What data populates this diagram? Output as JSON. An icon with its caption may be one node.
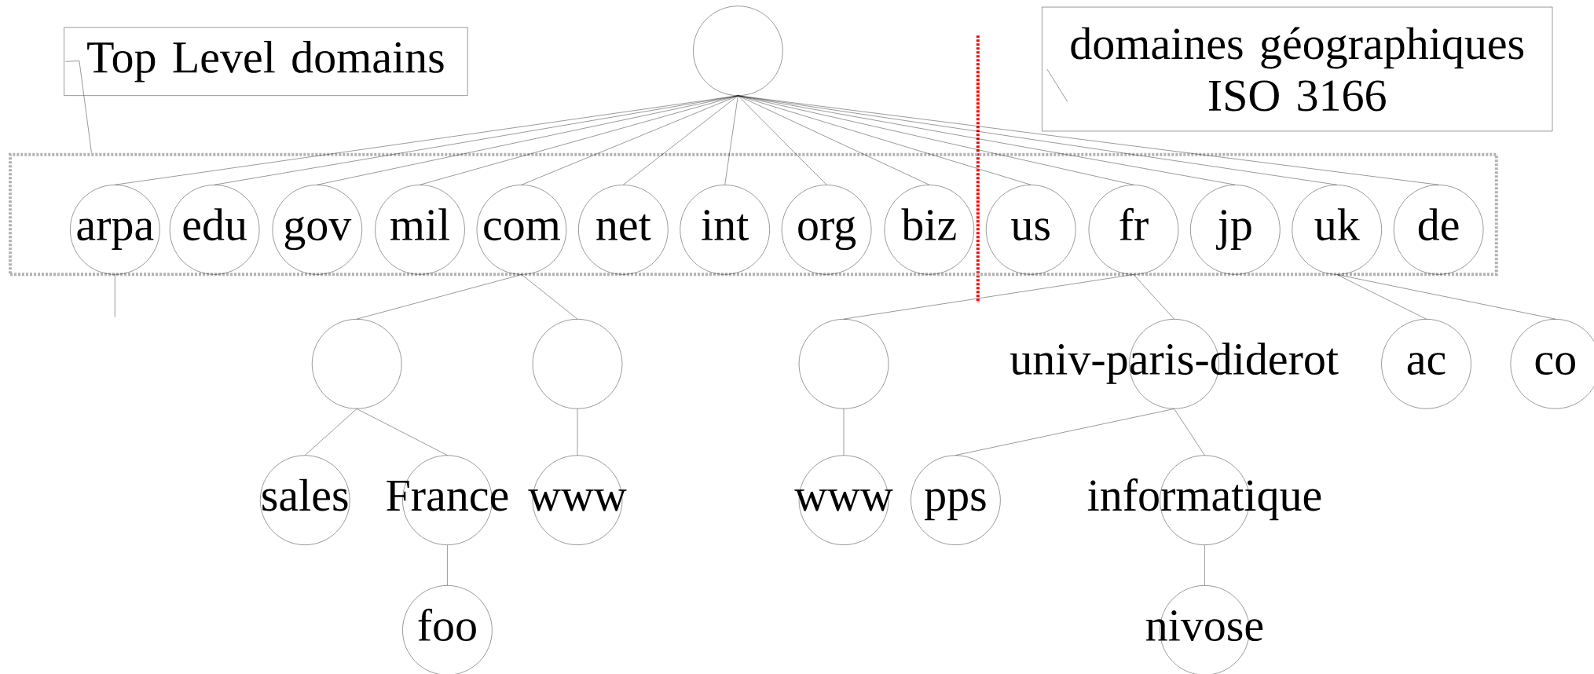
{
  "diagram": {
    "nodes": [
      {
        "text": [
          "Top Level domains"
        ]
      },
      {
        "text": [],
        "shape": "circle"
      },
      {
        "text": [
          "domaines géographiques ISO 3166"
        ]
      },
      {
        "text": [],
        "shape": "box"
      },
      {
        "text": [
          "arpa"
        ],
        "in": 3
      },
      {
        "text": [
          "edu"
        ],
        "in": 3
      },
      {
        "text": [
          "gov"
        ],
        "in": 3
      },
      {
        "text": [
          "mil"
        ],
        "in": 3
      },
      {
        "text": [
          "com"
        ],
        "in": 3
      },
      {
        "text": [
          "net"
        ],
        "in": 3
      },
      {
        "text": [
          "int"
        ],
        "in": 3
      },
      {
        "text": [
          "org"
        ],
        "in": 3
      },
      {
        "text": [
          "biz"
        ],
        "in": 3
      },
      {
        "text": [
          "us"
        ],
        "in": 3
      },
      {
        "text": [
          "fr"
        ],
        "in": 3
      },
      {
        "text": [
          "jp"
        ],
        "in": 3
      },
      {
        "text": [
          "uk"
        ],
        "in": 3
      },
      {
        "text": [
          "de"
        ],
        "in": 3
      },
      {
        "text": [],
        "shape": "circle"
      },
      {
        "text": [],
        "shape": "circle"
      },
      {
        "text": [],
        "shape": "circle"
      },
      {
        "text": [
          "univ-paris-diderot"
        ]
      },
      {
        "text": [
          "ac"
        ]
      },
      {
        "text": [
          "co"
        ]
      },
      {
        "text": [
          "sales"
        ]
      },
      {
        "text": [
          "France"
        ]
      },
      {
        "text": [
          "www"
        ]
      },
      {
        "text": [
          "www"
        ]
      },
      {
        "text": [
          "pps"
        ]
      },
      {
        "text": [
          "informatique"
        ]
      },
      {
        "text": [
          "foo"
        ]
      },
      {
        "text": [
          "nivose"
        ]
      }
    ],
    "edges": [
      {
        "from": 1,
        "to": 4,
        "arrow": "none"
      },
      {
        "from": 1,
        "to": 5,
        "arrow": "none"
      },
      {
        "from": 1,
        "to": 6,
        "arrow": "none"
      },
      {
        "from": 1,
        "to": 7,
        "arrow": "none"
      },
      {
        "from": 1,
        "to": 8,
        "arrow": "none"
      },
      {
        "from": 1,
        "to": 9,
        "arrow": "none"
      },
      {
        "from": 1,
        "to": 10,
        "arrow": "none"
      },
      {
        "from": 1,
        "to": 11,
        "arrow": "none"
      },
      {
        "from": 1,
        "to": 12,
        "arrow": "none"
      },
      {
        "from": 1,
        "to": 13,
        "arrow": "none"
      },
      {
        "from": 1,
        "to": 14,
        "arrow": "none"
      },
      {
        "from": 1,
        "to": 15,
        "arrow": "none"
      },
      {
        "from": 1,
        "to": 16,
        "arrow": "none"
      },
      {
        "from": 1,
        "to": 17,
        "arrow": "none"
      },
      {
        "from": 8,
        "to": 18,
        "arrow": "none"
      },
      {
        "from": 8,
        "to": 19,
        "arrow": "none"
      },
      {
        "from": 18,
        "to": 24,
        "arrow": "none"
      },
      {
        "from": 18,
        "to": 25,
        "arrow": "none"
      },
      {
        "from": 25,
        "to": 30,
        "arrow": "none"
      },
      {
        "from": 19,
        "to": 26,
        "arrow": "none"
      },
      {
        "from": 14,
        "to": 20,
        "arrow": "none"
      },
      {
        "from": 14,
        "to": 21,
        "arrow": "none"
      },
      {
        "from": 20,
        "to": 27,
        "arrow": "none"
      },
      {
        "from": 21,
        "to": 28,
        "arrow": "none"
      },
      {
        "from": 21,
        "to": 29,
        "arrow": "none"
      },
      {
        "from": 29,
        "to": 31,
        "arrow": "none"
      },
      {
        "from": 16,
        "to": 22,
        "arrow": "none"
      },
      {
        "from": 16,
        "to": 23,
        "arrow": "none"
      },
      {
        "from": 0,
        "to": 3,
        "arrow": "none"
      },
      {
        "from": 4,
        "to": null,
        "arrow": "none"
      }
    ]
  }
}
